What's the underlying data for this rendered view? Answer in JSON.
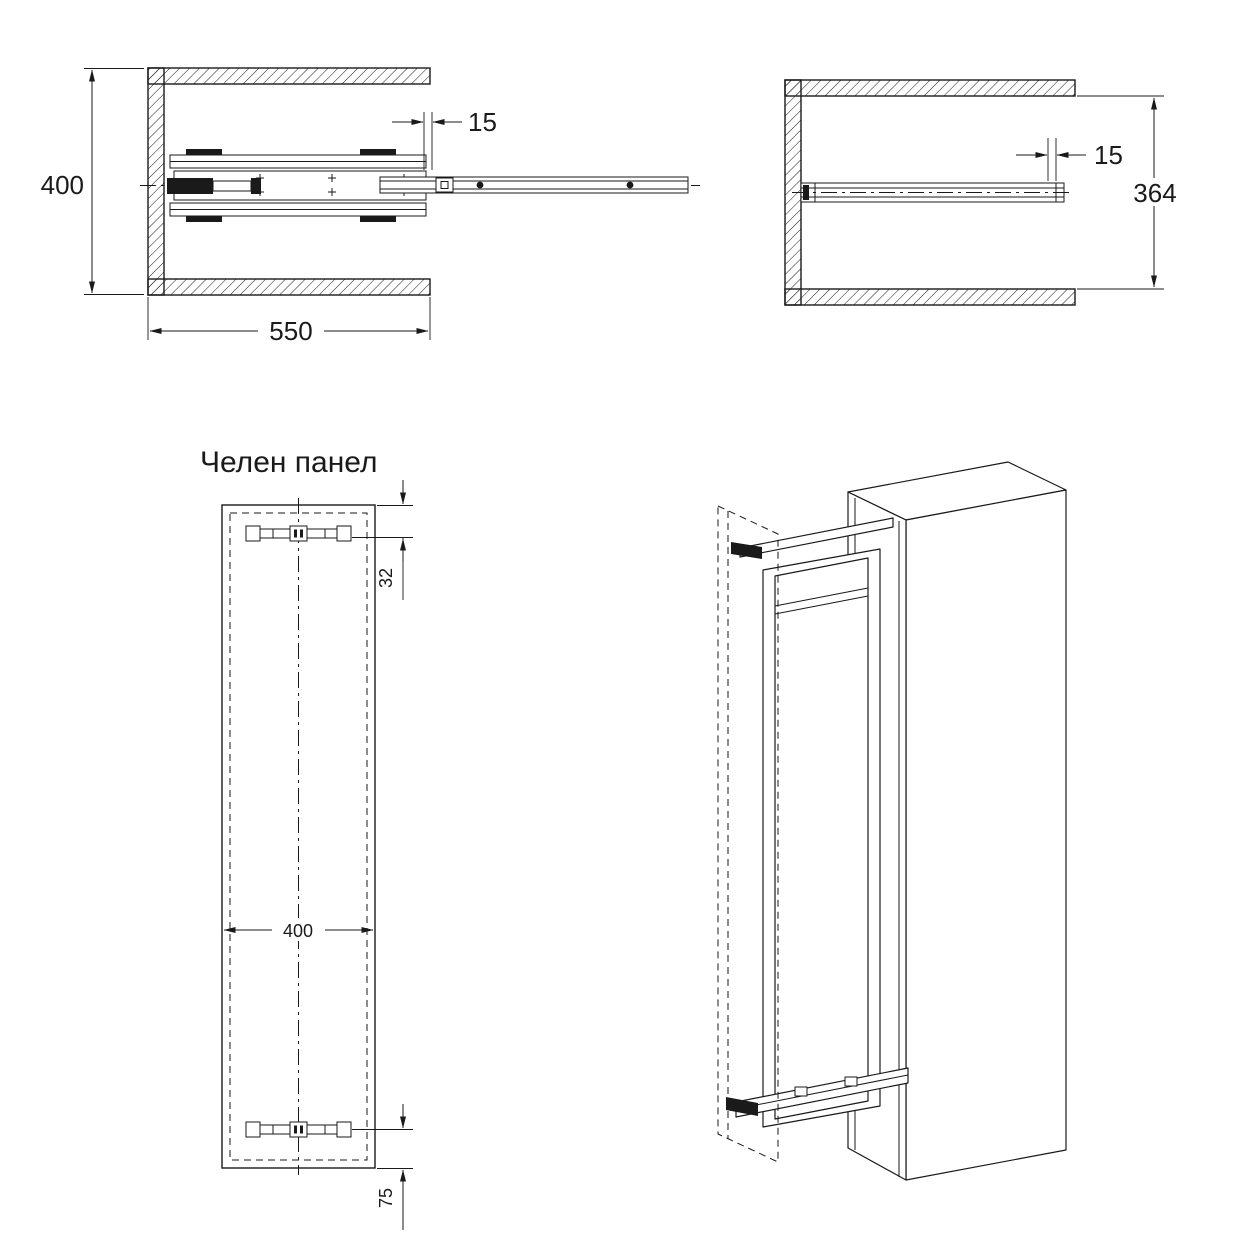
{
  "drawing": {
    "colors": {
      "line": "#1a1a1a",
      "background": "#ffffff"
    },
    "top_view": {
      "height_mm": "400",
      "gap_mm": "15",
      "depth_mm": "550"
    },
    "side_view": {
      "gap_mm": "15",
      "inner_height_mm": "364"
    },
    "front_panel": {
      "title": "Челен панел",
      "top_offset_mm": "32",
      "width_mm": "400",
      "bottom_offset_mm": "75"
    }
  }
}
